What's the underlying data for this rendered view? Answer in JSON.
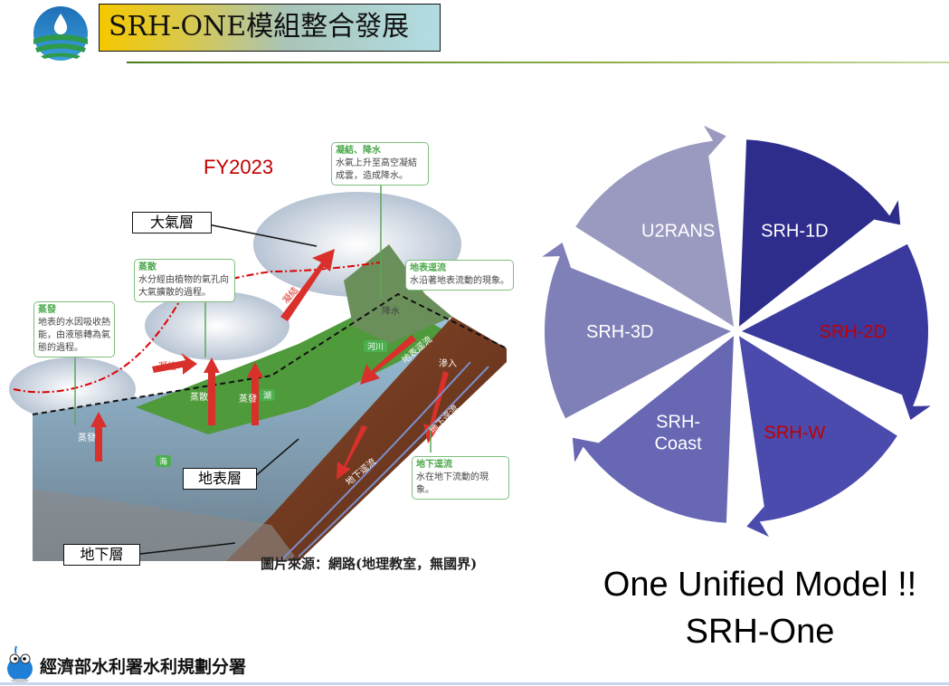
{
  "header": {
    "title": "SRH-ONE模組整合發展",
    "logo_icon": "water-drop-logo-icon"
  },
  "illustration": {
    "year_label": "FY2023",
    "layers": [
      "大氣層",
      "地表層",
      "地下層"
    ],
    "callouts": [
      {
        "title": "凝結、降水",
        "text": "水氣上升至高空凝結成雲，造成降水。"
      },
      {
        "title": "蒸散",
        "text": "水分經由植物的氣孔向大氣擴散的過程。"
      },
      {
        "title": "蒸發",
        "text": "地表的水因吸收熱能，由液態轉為氣態的過程。"
      },
      {
        "title": "地表逕流",
        "text": "水沿著地表流動的現象。"
      },
      {
        "title": "地下逕流",
        "text": "水在地下流動的現象。"
      }
    ],
    "tags": {
      "condense1": "凝結",
      "condense2": "凝結",
      "transpire": "蒸散",
      "evap1": "蒸發",
      "evap2": "蒸發",
      "lake": "湖",
      "sea": "海",
      "river": "河川",
      "surface_runoff": "地表逕流",
      "infiltrate": "滲入",
      "ground1": "地下逕流",
      "ground2": "地下逕流",
      "rain": "降水"
    },
    "caption": "圖片來源：網路(地理教室，無國界)"
  },
  "wheel": {
    "segments": [
      {
        "label": "SRH-1D",
        "color": "#2e2d8c",
        "text_color": "#ffffff"
      },
      {
        "label": "SRH-2D",
        "color": "#3a3a9e",
        "text_color": "#c00000"
      },
      {
        "label": "SRH-W",
        "color": "#4b4bae",
        "text_color": "#c00000"
      },
      {
        "label": "SRH-\nCoast",
        "color": "#6767b4",
        "text_color": "#ffffff"
      },
      {
        "label": "SRH-3D",
        "color": "#8080b8",
        "text_color": "#ffffff"
      },
      {
        "label": "U2RANS",
        "color": "#9a9ac0",
        "text_color": "#ffffff"
      }
    ]
  },
  "tagline": {
    "line1": "One Unified Model !!",
    "line2": "SRH-One"
  },
  "footer": {
    "org": "經濟部水利署水利規劃分署",
    "mascot_icon": "water-drop-mascot-icon"
  }
}
